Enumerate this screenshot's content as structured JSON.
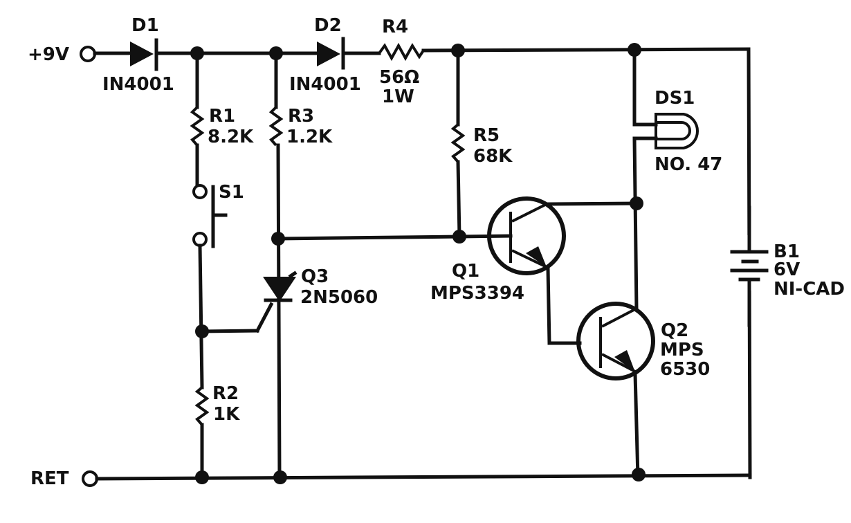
{
  "diagram": {
    "type": "electronic-schematic",
    "ink_color": "#111111",
    "background": "#ffffff",
    "terminals": [
      {
        "id": "vin",
        "label": "+9V"
      },
      {
        "id": "ret",
        "label": "RET"
      }
    ],
    "components": {
      "D1": {
        "ref": "D1",
        "value": "IN4001",
        "kind": "diode"
      },
      "D2": {
        "ref": "D2",
        "value": "IN4001",
        "kind": "diode"
      },
      "R1": {
        "ref": "R1",
        "value": "8.2K",
        "kind": "resistor"
      },
      "R2": {
        "ref": "R2",
        "value": "1K",
        "kind": "resistor"
      },
      "R3": {
        "ref": "R3",
        "value": "1.2K",
        "kind": "resistor"
      },
      "R4": {
        "ref": "R4",
        "value": "56Ω",
        "rating": "1W",
        "kind": "resistor"
      },
      "R5": {
        "ref": "R5",
        "value": "68K",
        "kind": "resistor"
      },
      "S1": {
        "ref": "S1",
        "kind": "pushbutton-switch"
      },
      "Q1": {
        "ref": "Q1",
        "value": "MPS3394",
        "kind": "npn-transistor"
      },
      "Q2": {
        "ref": "Q2",
        "value_line1": "MPS",
        "value_line2": "6530",
        "kind": "npn-transistor"
      },
      "Q3": {
        "ref": "Q3",
        "value": "2N5060",
        "kind": "scr"
      },
      "DS1": {
        "ref": "DS1",
        "value": "NO. 47",
        "kind": "lamp"
      },
      "B1": {
        "ref": "B1",
        "value": "6V",
        "chemistry": "NI-CAD",
        "kind": "battery"
      }
    }
  }
}
